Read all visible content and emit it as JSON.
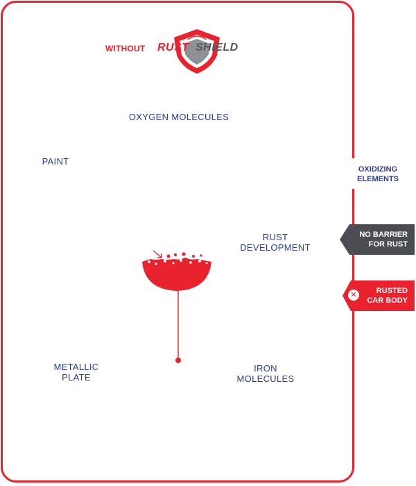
{
  "header": {
    "prefix": "WITHOUT",
    "brand_red": "RUST",
    "brand_gray": "SHIELD"
  },
  "labels": {
    "oxygen": "OXYGEN MOLECULES",
    "paint": "PAINT",
    "rust_line1": "RUST",
    "rust_line2": "DEVELOPMENT",
    "metallic_line1": "METALLIC",
    "metallic_line2": "PLATE",
    "iron_line1": "IRON",
    "iron_line2": "MOLECULES"
  },
  "tags": {
    "oxidizing_line1": "OXIDIZING",
    "oxidizing_line2": "ELEMENTS",
    "barrier_line1": "NO BARRIER",
    "barrier_line2": "FOR RUST",
    "rusted_line1": "RUSTED",
    "rusted_line2": "CAR BODY"
  },
  "colors": {
    "accent_red": "#e8232e",
    "text_blue": "#2d3e8f",
    "dark_gray": "#4a4d52"
  }
}
